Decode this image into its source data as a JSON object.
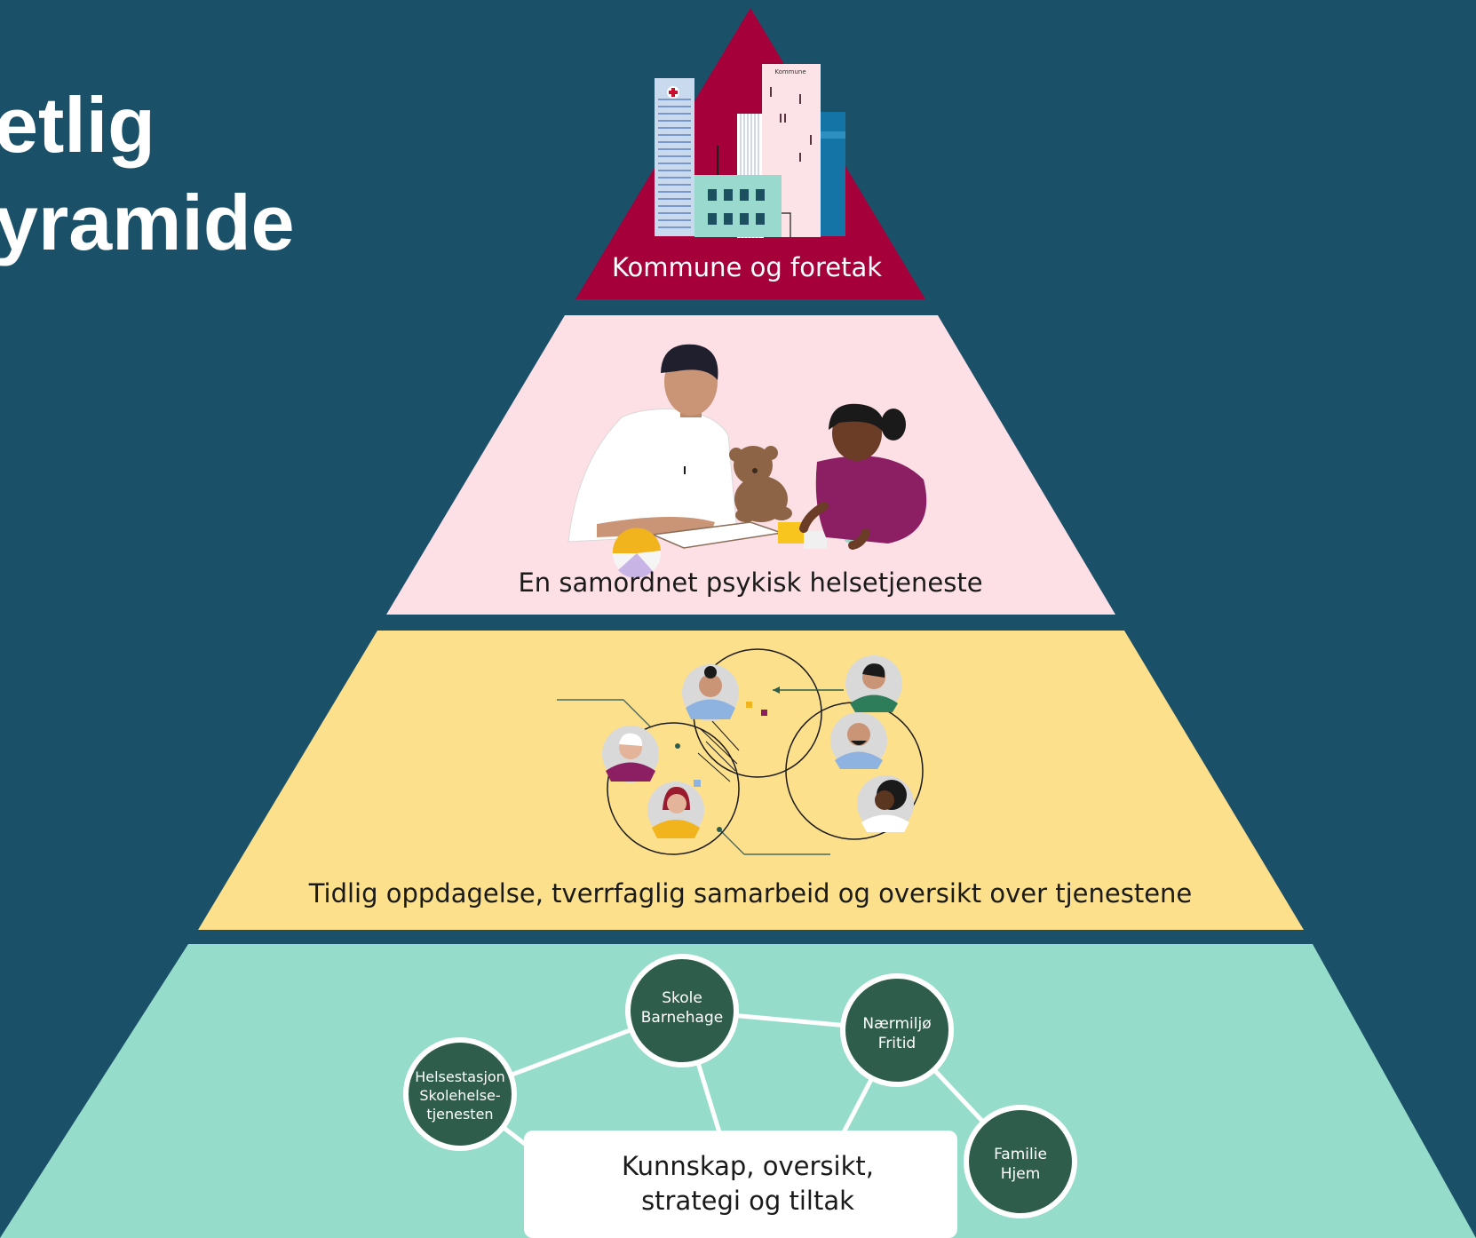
{
  "title": {
    "line1": "etlig",
    "line2": "yramide"
  },
  "colors": {
    "background": "#1b5069",
    "tier1": "#a6003a",
    "tier2": "#fde0e6",
    "tier3": "#fde08c",
    "tier4": "#96dccb",
    "node": "#2e5e4b"
  },
  "tiers": [
    {
      "label": "Kommune og foretak",
      "building_sign": "Kommune"
    },
    {
      "label": "En samordnet psykisk helsetjeneste"
    },
    {
      "label": "Tidlig oppdagelse, tverrfaglig samarbeid og oversikt over tjenestene"
    },
    {
      "box_line1": "Kunnskap, oversikt,",
      "box_line2": "strategi og tiltak",
      "nodes": [
        {
          "line1": "Helsestasjon",
          "line2": "Skolehelse-",
          "line3": "tjenesten"
        },
        {
          "line1": "Skole",
          "line2": "Barnehage"
        },
        {
          "line1": "Nærmiljø",
          "line2": "Fritid"
        },
        {
          "line1": "Familie",
          "line2": "Hjem"
        }
      ]
    }
  ]
}
